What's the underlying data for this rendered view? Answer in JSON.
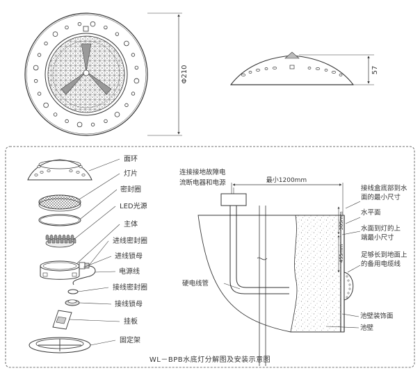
{
  "top_view": {
    "diameter_label": "Φ210"
  },
  "side_view": {
    "height_label": "57"
  },
  "parts": [
    "面环",
    "灯片",
    "密封圈",
    "LED光源",
    "主体",
    "进线密封圈",
    "进线锁母",
    "电源线",
    "接线密封圈",
    "接线锁母",
    "挂板",
    "固定架"
  ],
  "install": {
    "junction_note_1": "连接接地故障电",
    "junction_note_2": "流断电器和电源",
    "min_distance": "最小1200mm",
    "box_note_1": "接线盒底部到水",
    "box_note_2": "面的最小尺寸",
    "water_surface": "水平面",
    "lamp_note_1": "水面到灯的上",
    "lamp_note_2": "端最小尺寸",
    "dim_305": "305mm",
    "dim_455": "455mm",
    "cable_note_1": "足够长到地面上",
    "cable_note_2": "的备用电缆线",
    "conduit": "硬电线管",
    "wall_finish": "池壁装饰面",
    "wall": "池壁"
  },
  "caption": "WL－BPB水底灯分解图及安装示意图"
}
